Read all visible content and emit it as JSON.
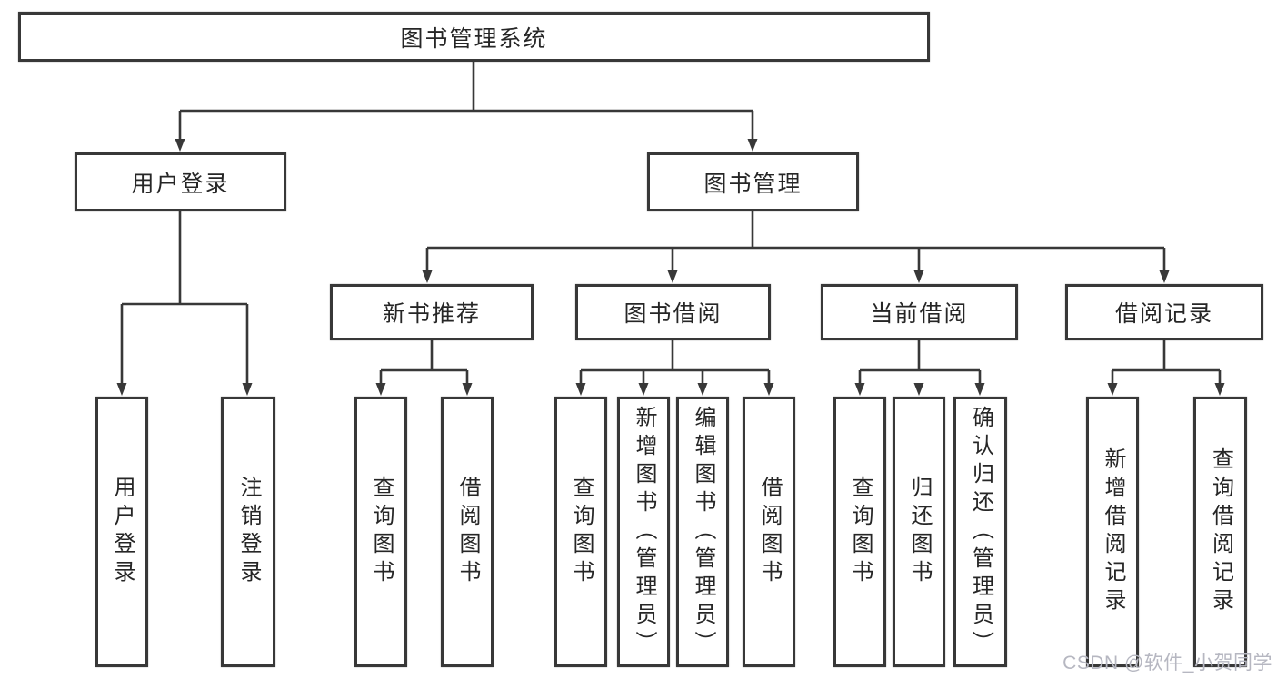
{
  "diagram": {
    "kind": "functional-structure-tree",
    "background": "#ffffff",
    "line_color": "#383838",
    "text_color": "#262626",
    "tree": {
      "label": "图书管理系统",
      "children": [
        {
          "label": "用户登录",
          "children": [
            {
              "label": "用户登录"
            },
            {
              "label": "注销登录"
            }
          ]
        },
        {
          "label": "图书管理",
          "children": [
            {
              "label": "新书推荐",
              "children": [
                {
                  "label": "查询图书"
                },
                {
                  "label": "借阅图书"
                }
              ]
            },
            {
              "label": "图书借阅",
              "children": [
                {
                  "label": "查询图书"
                },
                {
                  "label": "新增图书（管理员）"
                },
                {
                  "label": "编辑图书（管理员）"
                },
                {
                  "label": "借阅图书"
                }
              ]
            },
            {
              "label": "当前借阅",
              "children": [
                {
                  "label": "查询图书"
                },
                {
                  "label": "归还图书"
                },
                {
                  "label": "确认归还（管理员）"
                }
              ]
            },
            {
              "label": "借阅记录",
              "children": [
                {
                  "label": "新增借阅记录"
                },
                {
                  "label": "查询借阅记录"
                }
              ]
            }
          ]
        }
      ]
    },
    "watermark": {
      "text": "CSDN @软件_小贺同学",
      "color": "#b6b7c1"
    }
  }
}
